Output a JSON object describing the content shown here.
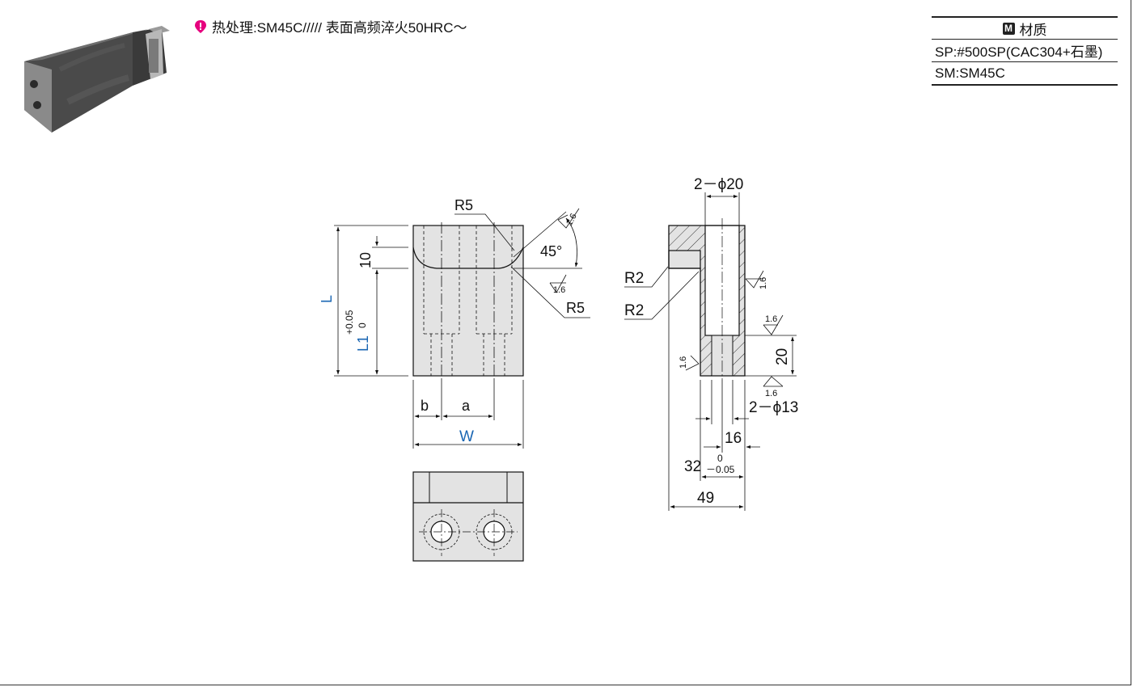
{
  "heat_treatment": {
    "text": "热处理:SM45C///// 表面高频淬火50HRC～"
  },
  "material_table": {
    "badge": "M",
    "title": "材质",
    "rows": [
      "SP:#500SP(CAC304+石墨)",
      "SM:SM45C"
    ]
  },
  "front_view": {
    "dim_L": "L",
    "dim_L1": "L1",
    "dim_L1_sub": "1",
    "dim_L1_tol_upper": "+0.05",
    "dim_L1_tol_lower": "0",
    "dim_10": "10",
    "dim_R5_top": "R5",
    "dim_R5_bottom": "R5",
    "dim_45": "45°",
    "rough_a": "1.6",
    "rough_b": "1.6",
    "dim_b": "b",
    "dim_a": "a",
    "dim_W": "W"
  },
  "side_view": {
    "dim_2phi20": "2－ϕ20",
    "dim_R2_a": "R2",
    "dim_R2_b": "R2",
    "rough_c": "1.6",
    "rough_d": "1.6",
    "rough_e": "1.6",
    "rough_f": "1.6",
    "dim_20": "20",
    "dim_2phi13": "2－ϕ13",
    "dim_16": "16",
    "dim_32": "32",
    "dim_32_tol_upper": "0",
    "dim_32_tol_lower": "－0.05",
    "dim_49": "49"
  },
  "colors": {
    "pin": "#e6007e",
    "dim_blue": "#1a66b3",
    "part_fill": "#e3e3e3"
  }
}
